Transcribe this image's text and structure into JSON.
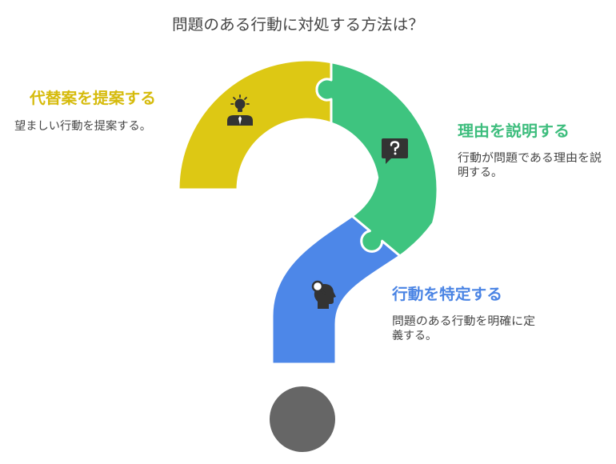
{
  "title": "問題のある行動に対処する方法は？",
  "colors": {
    "text": "#444444",
    "dot": "#666666",
    "icon": "#333333"
  },
  "steps": [
    {
      "title": "代替案を提案する",
      "description_lines": [
        "望ましい行動を提案する。"
      ],
      "color": "#d6bb0c",
      "piece_color": "#ddc814",
      "icon": "lightbulb-person-icon"
    },
    {
      "title": "理由を説明する",
      "description_lines": [
        "行動が問題である理由を説",
        "明する。"
      ],
      "color": "#3dbd7d",
      "piece_color": "#3ec47f",
      "icon": "question-bubble-icon"
    },
    {
      "title": "行動を特定する",
      "description_lines": [
        "問題のある行動を明確に定",
        "義する。"
      ],
      "color": "#4a84e4",
      "piece_color": "#4d87e8",
      "icon": "head-search-icon"
    }
  ]
}
